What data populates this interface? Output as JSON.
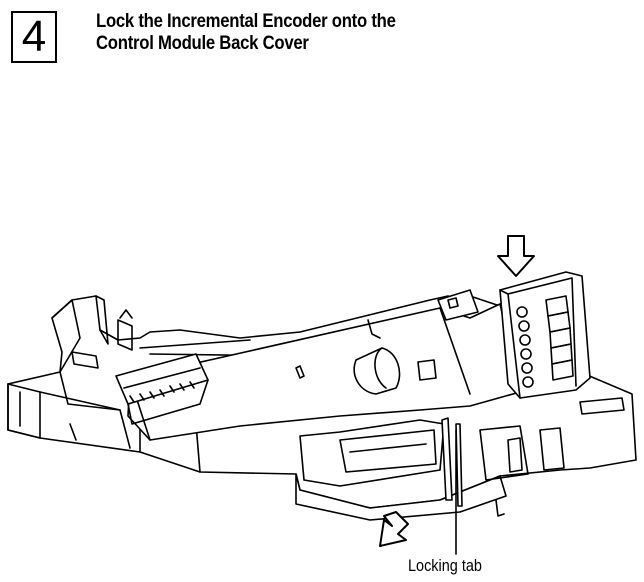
{
  "step": {
    "number": "4"
  },
  "title": {
    "line1": "Lock the Incremental Encoder onto the",
    "line2": "Control Module Back Cover"
  },
  "illustration": {
    "icons": [
      "down-arrow-icon",
      "pull-arrow-icon"
    ],
    "callout": {
      "label": "Locking tab"
    }
  }
}
